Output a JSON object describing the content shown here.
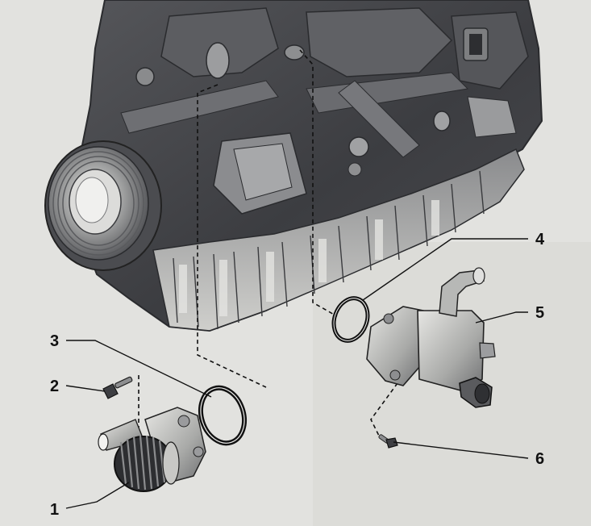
{
  "callouts": [
    {
      "id": "1",
      "label": "1"
    },
    {
      "id": "2",
      "label": "2"
    },
    {
      "id": "3",
      "label": "3"
    },
    {
      "id": "4",
      "label": "4"
    },
    {
      "id": "5",
      "label": "5"
    },
    {
      "id": "6",
      "label": "6"
    }
  ],
  "colors": {
    "background": "#e2e2df",
    "engine_dark": "#3f4044",
    "engine_mid": "#6b6c70",
    "engine_light": "#b9bab8",
    "part_light": "#c9c9c6",
    "line": "#111111"
  }
}
